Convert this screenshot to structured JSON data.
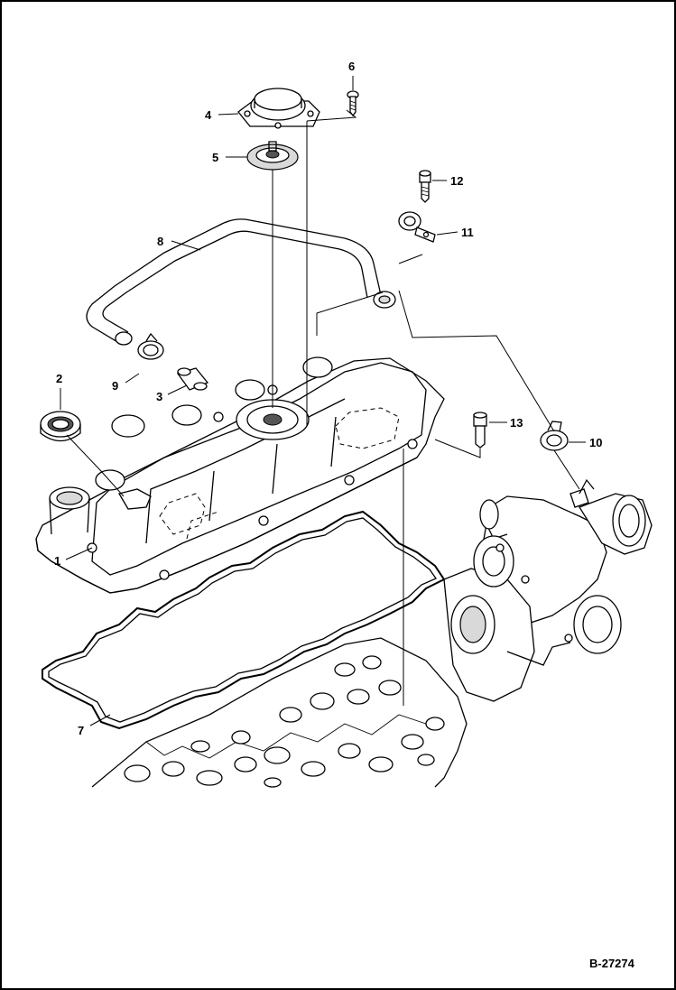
{
  "diagram": {
    "reference_code": "B-27274",
    "part_callouts": [
      "1",
      "2",
      "3",
      "4",
      "5",
      "6",
      "7",
      "8",
      "9",
      "10",
      "11",
      "12",
      "13"
    ]
  }
}
